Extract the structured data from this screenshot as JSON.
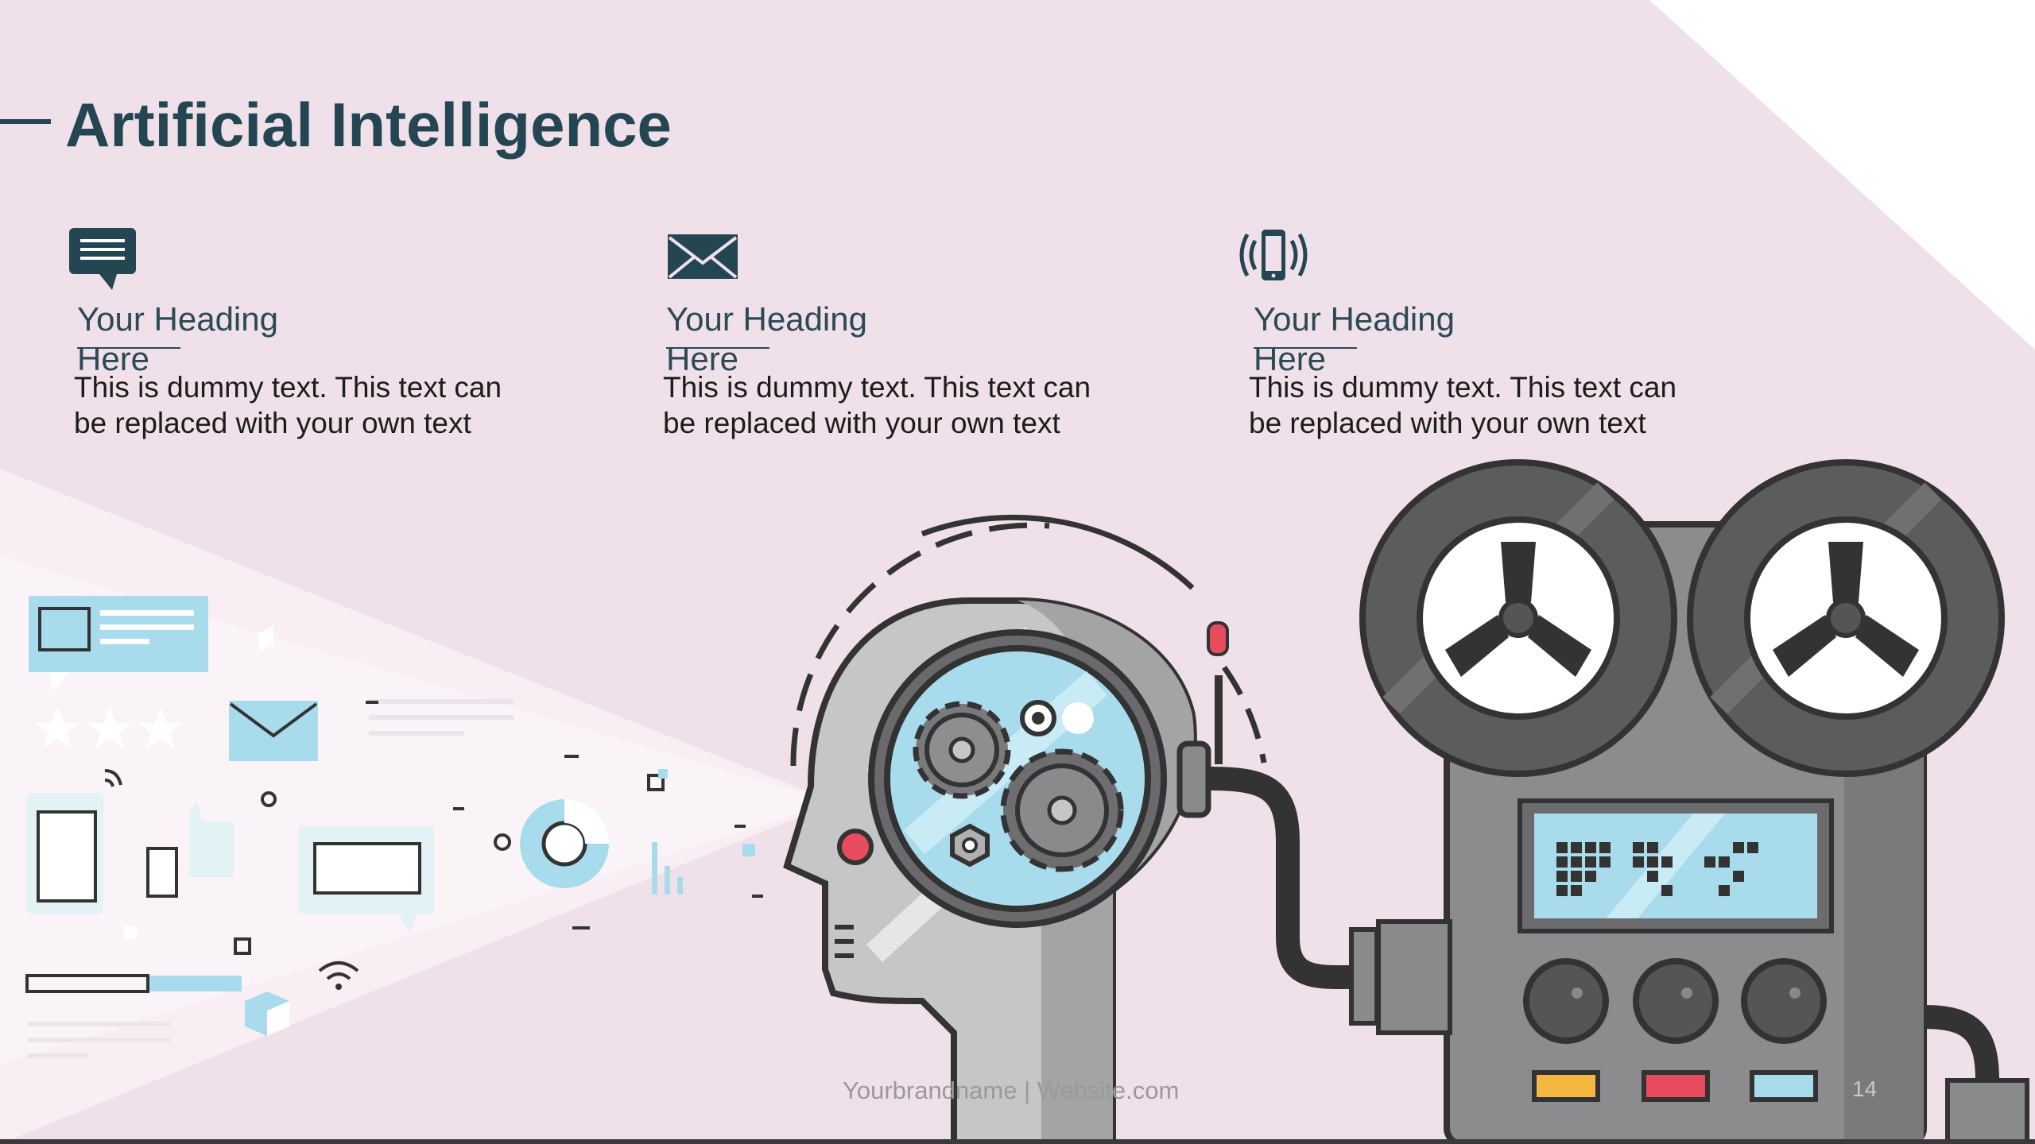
{
  "slide": {
    "title": "Artificial Intelligence",
    "columns": [
      {
        "icon": "chat-bubble-icon",
        "heading": "Your Heading Here",
        "body": "This is dummy text. This text can be replaced with your own text"
      },
      {
        "icon": "envelope-icon",
        "heading": "Your Heading Here",
        "body": "This is dummy text. This text can be replaced with your own text"
      },
      {
        "icon": "vibrating-phone-icon",
        "heading": "Your Heading Here",
        "body": "This is dummy text. This text can be replaced with your own text"
      }
    ],
    "footer": "Yourbrandname | Website.com",
    "page_number": "14"
  },
  "colors": {
    "background": "#f0e0e9",
    "title": "#244652",
    "accent_blue": "#a8dcec",
    "robot_gray": "#8c8c8e",
    "dark_outline": "#333333"
  }
}
